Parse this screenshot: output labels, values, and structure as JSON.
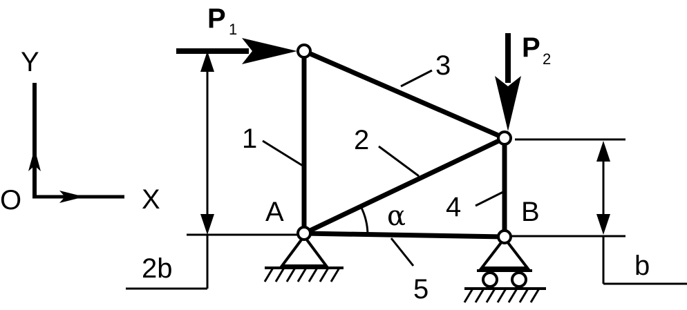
{
  "axes": {
    "y_label": "Y",
    "x_label": "X",
    "origin_label": "O"
  },
  "forces": {
    "p1_main": "P",
    "p1_sub": "1",
    "p2_main": "P",
    "p2_sub": "2"
  },
  "members": {
    "m1": "1",
    "m2": "2",
    "m3": "3",
    "m4": "4",
    "m5": "5"
  },
  "nodes": {
    "a": "A",
    "b": "B"
  },
  "angle": "α",
  "dimensions": {
    "left": "2b",
    "right": "b"
  },
  "colors": {
    "ink": "#000000",
    "background": "#ffffff"
  }
}
